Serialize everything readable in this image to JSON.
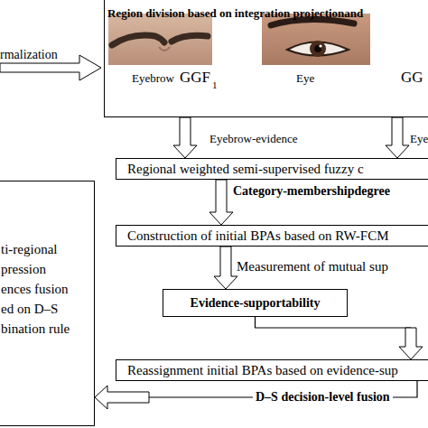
{
  "diagram": {
    "nodes": [
      {
        "text": [
          "Region division based on integration projectionand"
        ]
      },
      {
        "text": [
          "Regional weighted semi-supervised fuzzy c"
        ]
      },
      {
        "text": [
          "Construction of initial BPAs based on RW-FCM"
        ]
      },
      {
        "text": [
          "Evidence-supportability"
        ]
      },
      {
        "text": [
          "Reassignment initial BPAs based on evidence-sup"
        ]
      },
      {
        "text": [
          "ti-regional pression ences fusion ed on D–S bination rule"
        ]
      }
    ],
    "edges": [
      {
        "from": 0,
        "to": 1,
        "arrow": "to",
        "label": "Eyebrow-evidence"
      },
      {
        "from": 0,
        "to": 1,
        "arrow": "to",
        "label": "Eye"
      },
      {
        "from": 1,
        "to": 2,
        "arrow": "to",
        "label": "Category-membershipdegree"
      },
      {
        "from": 2,
        "to": 3,
        "arrow": "to",
        "label": "Measurement of mutual sup"
      },
      {
        "from": 3,
        "to": 4,
        "arrow": "to"
      },
      {
        "from": 4,
        "to": 5,
        "arrow": "to",
        "label": "D–S decision-level fusion"
      }
    ],
    "labels": [
      "rmalization",
      "Eyebrow",
      "GGF",
      "1",
      "Eye",
      "GG"
    ]
  }
}
